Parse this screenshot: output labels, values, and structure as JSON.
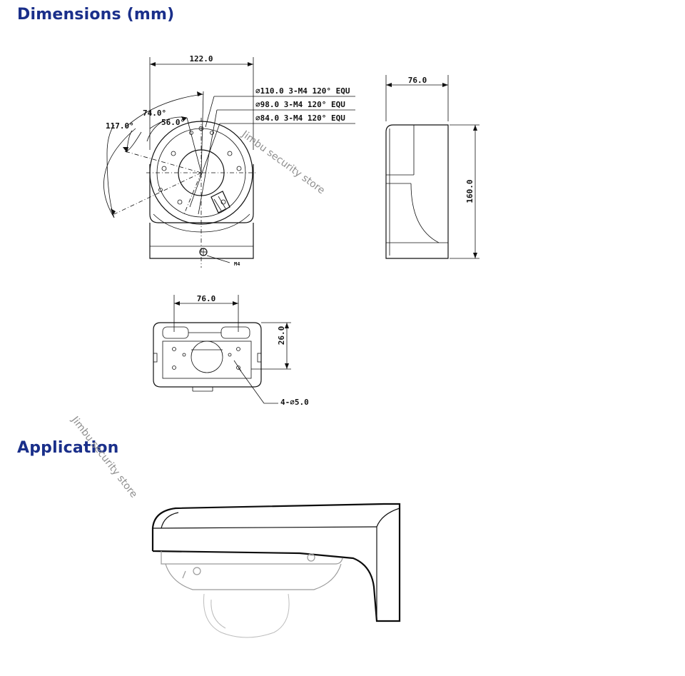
{
  "headings": {
    "dimensions": "Dimensions (mm)",
    "application": "Application"
  },
  "front_view": {
    "width": "122.0",
    "angle_outer": "117.0°",
    "angle_mid": "74.0°",
    "angle_inner": "56.0°",
    "bolt_circle_1": "∅110.0  3-M4  120° EQU",
    "bolt_circle_2": "∅98.0  3-M4  120° EQU",
    "bolt_circle_3": "∅84.0  3-M4  120° EQU",
    "thread_callout": "M4"
  },
  "side_view": {
    "depth": "76.0",
    "height": "160.0"
  },
  "bottom_view": {
    "hole_spacing": "76.0",
    "hole_offset": "26.0",
    "holes": "4-∅5.0"
  },
  "watermark": "Jimbu security store"
}
